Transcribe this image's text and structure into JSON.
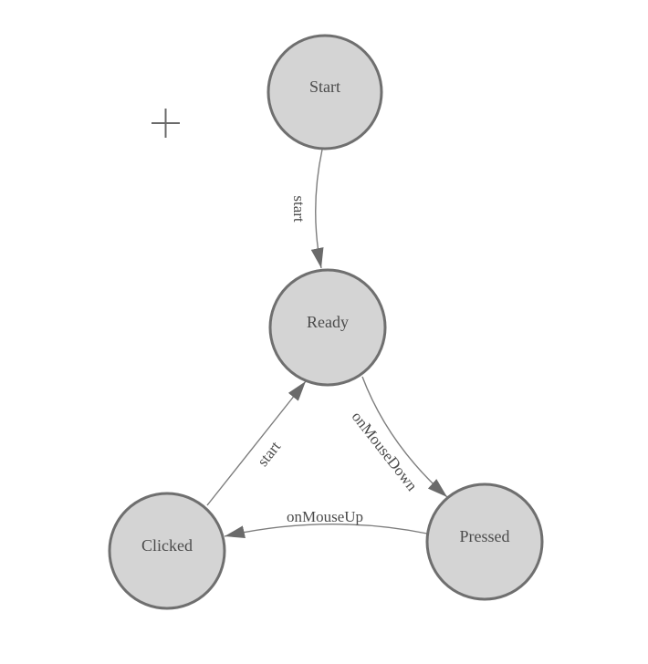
{
  "app": {
    "type": "state-machine-diagram"
  },
  "colors": {
    "canvas_bg": "#ffffff",
    "node_fill": "#d4d4d4",
    "node_stroke": "#6f6f6f",
    "node_text": "#4b4b4b",
    "edge_stroke": "#7d7d7d",
    "edge_text": "#4b4b4b",
    "arrow_fill": "#6a6a6a",
    "crosshair_color": "#6a6a6a"
  },
  "nodes": [
    {
      "id": "start",
      "label": "Start"
    },
    {
      "id": "ready",
      "label": "Ready"
    },
    {
      "id": "clicked",
      "label": "Clicked"
    },
    {
      "id": "pressed",
      "label": "Pressed"
    }
  ],
  "edges": [
    {
      "id": "start-to-ready",
      "from": "Start",
      "to": "Ready",
      "label": "start"
    },
    {
      "id": "ready-to-pressed",
      "from": "Ready",
      "to": "Pressed",
      "label": "onMouseDown"
    },
    {
      "id": "pressed-to-clicked",
      "from": "Pressed",
      "to": "Clicked",
      "label": "onMouseUp"
    },
    {
      "id": "clicked-to-ready",
      "from": "Clicked",
      "to": "Ready",
      "label": "start"
    }
  ]
}
